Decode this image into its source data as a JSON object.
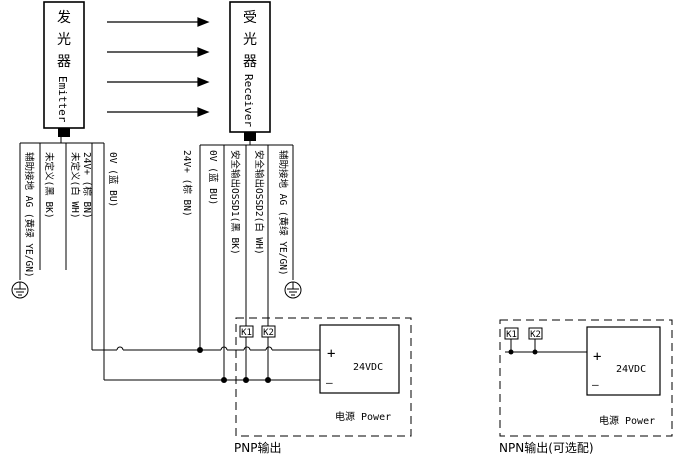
{
  "emitter": {
    "title_vertical": "发光器",
    "title_en": "Emitter",
    "wires": [
      "辅助接地 AG (黄绿 YE/GN)",
      "未定义(黑 BK)",
      "未定义(白 WH)",
      "24V+ (棕 BN)",
      "0V (蓝 BU)"
    ]
  },
  "receiver": {
    "title_vertical": "受光器",
    "title_en": "Receiver",
    "wires": [
      "24V+ (棕 BN)",
      "0V (蓝 BU)",
      "安全输出OSSD1(黑 BK)",
      "安全输出OSSD2(白 WH)",
      "辅助接地 AG (黄绿 YE/GN)"
    ]
  },
  "relays": {
    "k1": "K1",
    "k2": "K2"
  },
  "pnp": {
    "supply_voltage": "24VDC",
    "plus": "+",
    "minus": "—",
    "power_label": "电源 Power",
    "caption": "PNP输出"
  },
  "npn": {
    "supply_voltage": "24VDC",
    "plus": "+",
    "minus": "—",
    "power_label": "电源 Power",
    "caption": "NPN输出(可选配)"
  }
}
